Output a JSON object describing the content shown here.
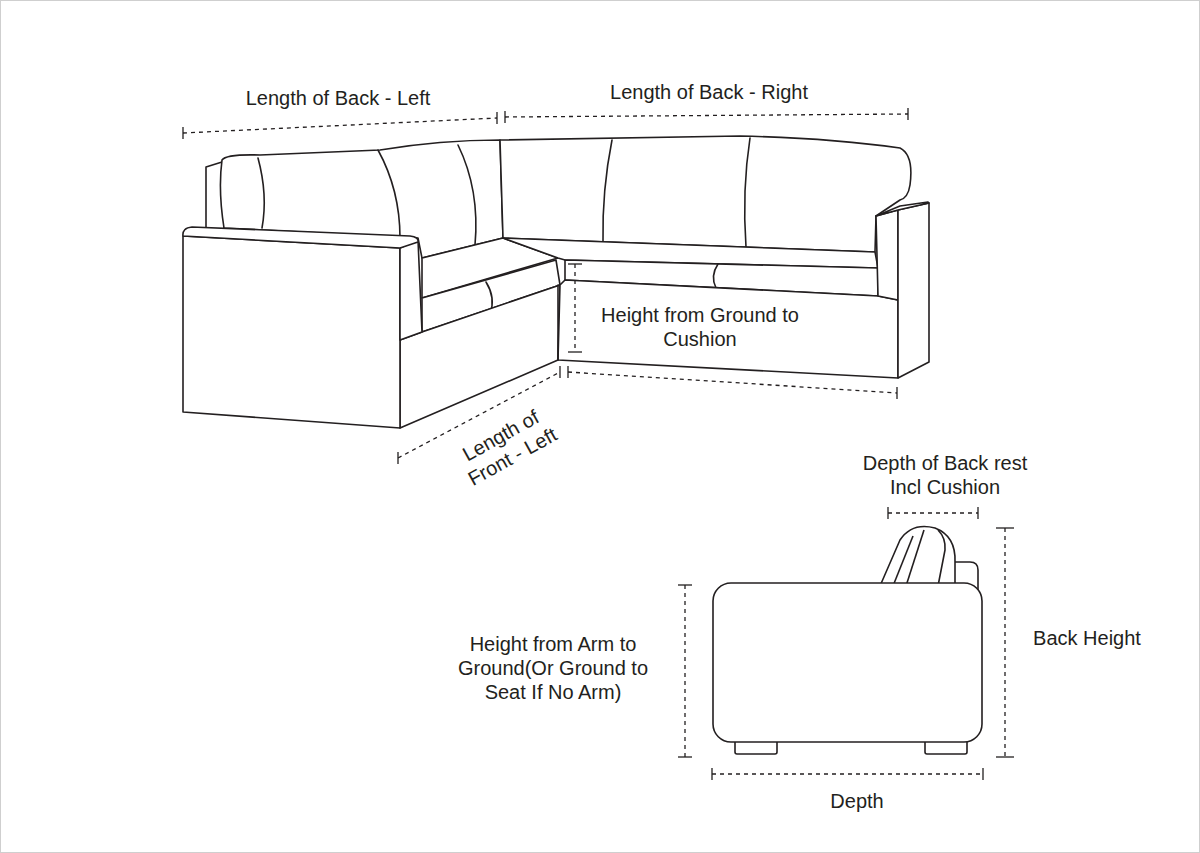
{
  "diagram": {
    "labels": [
      "Length of Back - Left",
      "Length of Back - Right",
      "Height from Ground to Cushion",
      "Length of Front - Left",
      "Depth of Back rest Incl Cushion",
      "Height from Arm to Ground(Or Ground to Seat If No Arm)",
      "Back Height",
      "Depth"
    ]
  }
}
